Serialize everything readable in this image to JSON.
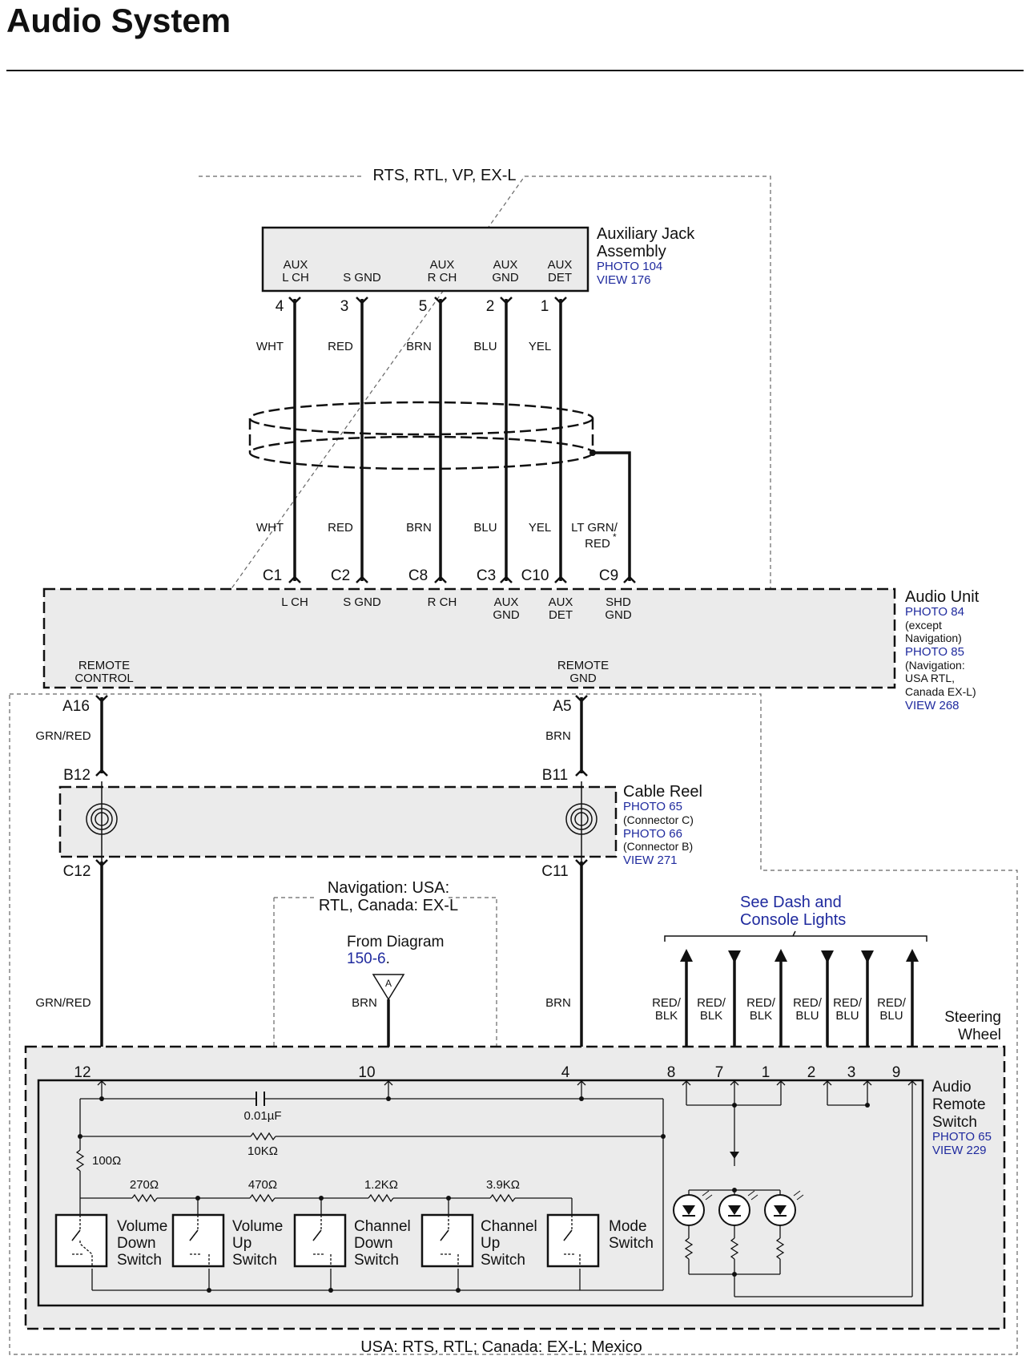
{
  "page": {
    "title": "Audio System"
  },
  "regions": {
    "top_variant": "RTS, RTL, VP, EX-L",
    "nav_variant_line1": "Navigation: USA:",
    "nav_variant_line2": "RTL, Canada: EX-L",
    "bottom_variant": "USA: RTS, RTL; Canada: EX-L; Mexico",
    "steering_line1": "Steering",
    "steering_line2": "Wheel"
  },
  "aux_jack": {
    "name_line1": "Auxiliary Jack",
    "name_line2": "Assembly",
    "photo": "PHOTO 104",
    "view": "VIEW 176",
    "terminals": [
      {
        "l1": "AUX",
        "l2": "L CH",
        "pin": "4",
        "wire_top": "WHT",
        "wire_bot": "WHT",
        "conn": "C1"
      },
      {
        "l1": "",
        "l2": "S GND",
        "pin": "3",
        "wire_top": "RED",
        "wire_bot": "RED",
        "conn": "C2"
      },
      {
        "l1": "AUX",
        "l2": "R CH",
        "pin": "5",
        "wire_top": "BRN",
        "wire_bot": "BRN",
        "conn": "C8"
      },
      {
        "l1": "AUX",
        "l2": "GND",
        "pin": "2",
        "wire_top": "BLU",
        "wire_bot": "BLU",
        "conn": "C3"
      },
      {
        "l1": "AUX",
        "l2": "DET",
        "pin": "1",
        "wire_top": "YEL",
        "wire_bot": "YEL",
        "conn": "C10"
      }
    ],
    "shield_wire_line1": "LT GRN/",
    "shield_wire_line2": "RED",
    "shield_conn": "C9"
  },
  "audio_unit": {
    "name": "Audio Unit",
    "photo1": "PHOTO 84",
    "note1a": "(except",
    "note1b": "Navigation)",
    "photo2": "PHOTO 85",
    "note2a": "(Navigation:",
    "note2b": "USA RTL,",
    "note2c": "Canada EX-L)",
    "view": "VIEW 268",
    "terms": [
      {
        "l1": "L CH",
        "l2": ""
      },
      {
        "l1": "S GND",
        "l2": ""
      },
      {
        "l1": "R CH",
        "l2": ""
      },
      {
        "l1": "AUX",
        "l2": "GND"
      },
      {
        "l1": "AUX",
        "l2": "DET"
      },
      {
        "l1": "SHD",
        "l2": "GND"
      }
    ],
    "remote_control_l1": "REMOTE",
    "remote_control_l2": "CONTROL",
    "remote_gnd_l1": "REMOTE",
    "remote_gnd_l2": "GND",
    "pin_a16": "A16",
    "pin_a5": "A5"
  },
  "cable_reel": {
    "name": "Cable Reel",
    "photo1": "PHOTO 65",
    "note1": "(Connector C)",
    "photo2": "PHOTO 66",
    "note2": "(Connector B)",
    "view": "VIEW 271",
    "pin_b12": "B12",
    "pin_b11": "B11",
    "pin_c12": "C12",
    "pin_c11": "C11",
    "wire_left": "GRN/RED",
    "wire_right": "BRN"
  },
  "from_diagram": {
    "line1": "From Diagram",
    "link": "150-6",
    "period": ".",
    "marker": "A",
    "wire": "BRN"
  },
  "dash_lights": {
    "line1": "See Dash and",
    "line2": "Console Lights",
    "wires": [
      {
        "l1": "RED/",
        "l2": "BLK",
        "pin": "8",
        "dir": "up"
      },
      {
        "l1": "RED/",
        "l2": "BLK",
        "pin": "7",
        "dir": "down"
      },
      {
        "l1": "RED/",
        "l2": "BLK",
        "pin": "1",
        "dir": "up"
      },
      {
        "l1": "RED/",
        "l2": "BLU",
        "pin": "2",
        "dir": "down"
      },
      {
        "l1": "RED/",
        "l2": "BLU",
        "pin": "3",
        "dir": "down"
      },
      {
        "l1": "RED/",
        "l2": "BLU",
        "pin": "9",
        "dir": "up"
      }
    ]
  },
  "remote_switch": {
    "name_line1": "Audio",
    "name_line2": "Remote",
    "name_line3": "Switch",
    "photo": "PHOTO 65",
    "view": "VIEW 229",
    "pin12": "12",
    "pin10": "10",
    "pin4": "4",
    "wire_pin12": "GRN/RED",
    "wire_pin4": "BRN",
    "capacitor": "0.01µF",
    "resistor_10k": "10KΩ",
    "resistor_100": "100Ω",
    "resistors": [
      "270Ω",
      "470Ω",
      "1.2KΩ",
      "3.9KΩ"
    ],
    "switches": [
      {
        "l1": "Volume",
        "l2": "Down",
        "l3": "Switch"
      },
      {
        "l1": "Volume",
        "l2": "Up",
        "l3": "Switch"
      },
      {
        "l1": "Channel",
        "l2": "Down",
        "l3": "Switch"
      },
      {
        "l1": "Channel",
        "l2": "Up",
        "l3": "Switch"
      },
      {
        "l1": "Mode",
        "l2": "Switch",
        "l3": ""
      }
    ]
  }
}
